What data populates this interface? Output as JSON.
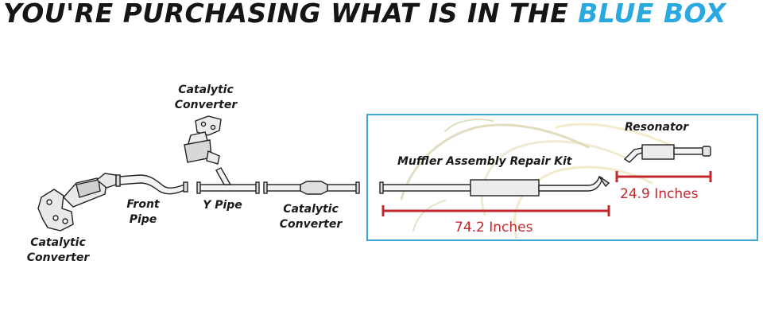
{
  "headline": {
    "prefix": "YOU'RE PURCHASING WHAT IS IN THE ",
    "highlight": "BLUE BOX"
  },
  "colors": {
    "highlight_blue": "#29a9e0",
    "box_border": "#3aa6dc",
    "measure_red": "#c0282d",
    "text_dark": "#1a1a1a"
  },
  "parts": {
    "cat_converter_manifold": "Catalytic\nConverter",
    "front_pipe": "Front\nPipe",
    "cat_converter_upper": "Catalytic\nConverter",
    "y_pipe": "Y Pipe",
    "cat_converter_inline": "Catalytic\nConverter",
    "muffler_assembly": "Muffler Assembly Repair Kit",
    "resonator": "Resonator"
  },
  "measurements": {
    "muffler_length": "74.2 Inches",
    "resonator_length": "24.9 Inches"
  }
}
